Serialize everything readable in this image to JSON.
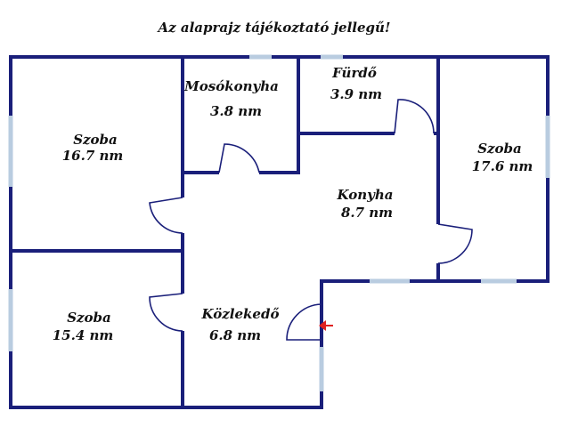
{
  "header": {
    "note": "Az alaprajz tájékoztató jellegű!"
  },
  "rooms": [
    {
      "name": "Mosókonyha",
      "area": "3.8 nm"
    },
    {
      "name": "Fürdő",
      "area": "3.9 nm"
    },
    {
      "name": "Szoba",
      "area": "16.7 nm"
    },
    {
      "name": "Szoba",
      "area": "17.6 nm"
    },
    {
      "name": "Konyha",
      "area": "8.7 nm"
    },
    {
      "name": "Szoba",
      "area": "15.4 nm"
    },
    {
      "name": "Közlekedő",
      "area": "6.8 nm"
    }
  ],
  "colors": {
    "wall": "#1a1f7a",
    "window": "#b9cce0",
    "entrance_arrow": "#e02020"
  },
  "icons": {
    "entrance": "entrance-arrow-icon"
  }
}
